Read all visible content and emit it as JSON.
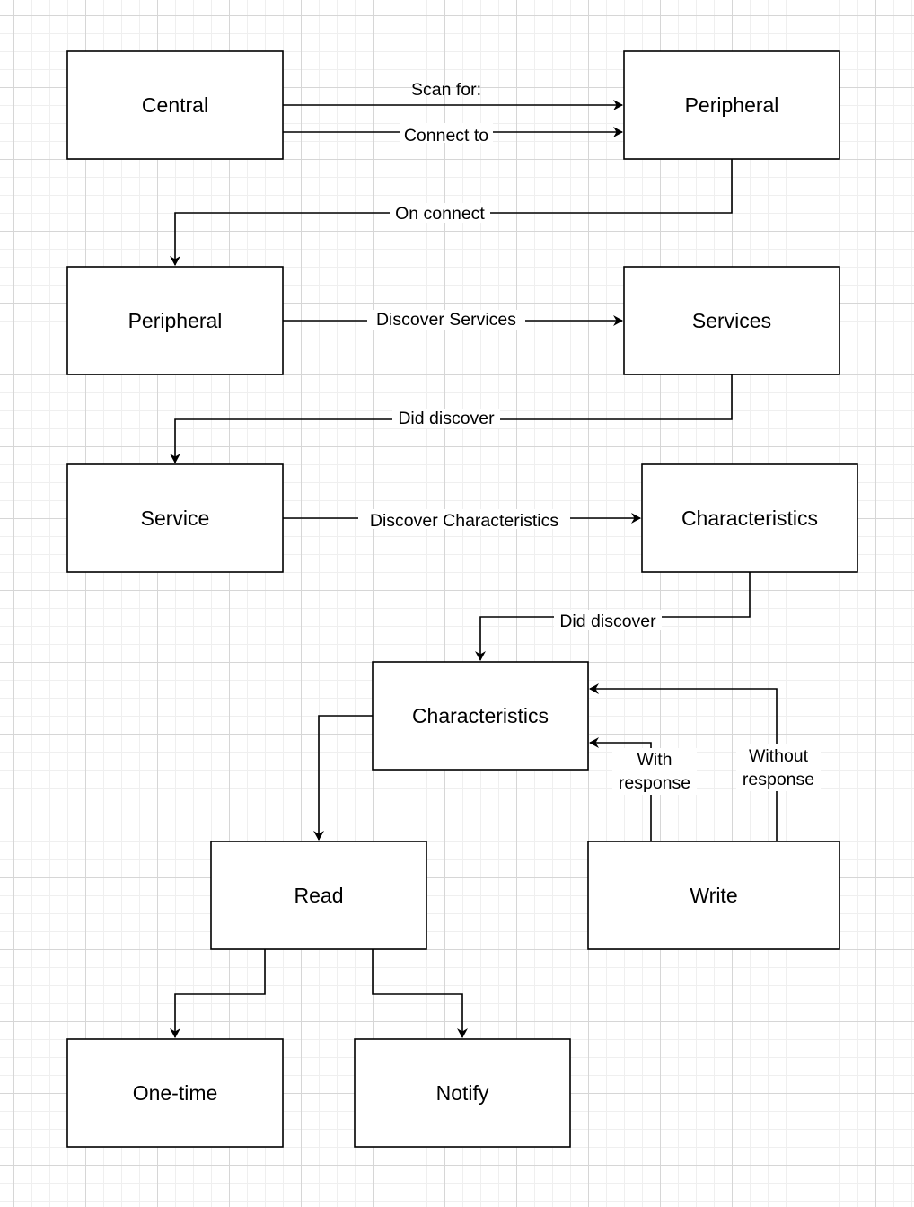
{
  "colors": {
    "background": "#ffffff",
    "grid_major": "#d6d6d6",
    "grid_minor": "#efefef",
    "stroke": "#000000",
    "text": "#000000"
  },
  "nodes": {
    "central": "Central",
    "peripheral_top": "Peripheral",
    "peripheral": "Peripheral",
    "services": "Services",
    "service": "Service",
    "characteristics_top": "Characteristics",
    "characteristics": "Characteristics",
    "read": "Read",
    "write": "Write",
    "one_time": "One-time",
    "notify": "Notify"
  },
  "edges": {
    "scan_for": "Scan for:",
    "connect_to": "Connect to",
    "on_connect": "On connect",
    "discover_services": "Discover Services",
    "did_discover_services": "Did discover",
    "discover_characteristics": "Discover Characteristics",
    "did_discover_characteristics": "Did discover",
    "with_response": [
      "With",
      "response"
    ],
    "without_response": [
      "Without",
      "response"
    ]
  }
}
